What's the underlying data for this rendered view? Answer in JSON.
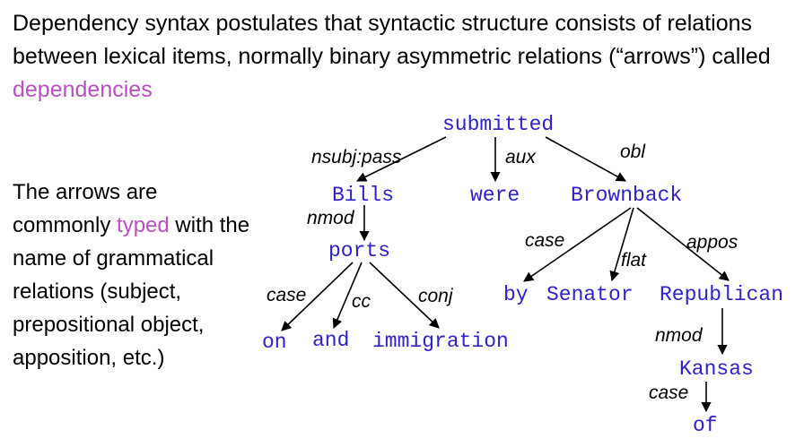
{
  "intro": {
    "text": "Dependency syntax postulates that syntactic structure consists of relations between lexical items, normally binary asymmetric relations (“arrows”) called ",
    "highlight": "dependencies"
  },
  "side": {
    "text_1": "The arrows are commonly ",
    "highlight": "typed",
    "text_2": " with the name of grammatical relations (subject, prepositional object, apposition, etc.)"
  },
  "colors": {
    "accent": "#b94fc0",
    "word": "#2e22c8",
    "text": "#000000"
  },
  "tree": {
    "words": {
      "submitted": "submitted",
      "bills": "Bills",
      "were": "were",
      "brownback": "Brownback",
      "ports": "ports",
      "on": "on",
      "and": "and",
      "immigration": "immigration",
      "by": "by",
      "senator": "Senator",
      "republican": "Republican",
      "kansas": "Kansas",
      "of": "of"
    },
    "relations": {
      "nsubj_pass": "nsubj:pass",
      "aux": "aux",
      "obl": "obl",
      "nmod_bills": "nmod",
      "case_ports": "case",
      "cc": "cc",
      "conj": "conj",
      "case_brownback": "case",
      "flat": "flat",
      "appos": "appos",
      "nmod_republican": "nmod",
      "case_kansas": "case"
    }
  }
}
